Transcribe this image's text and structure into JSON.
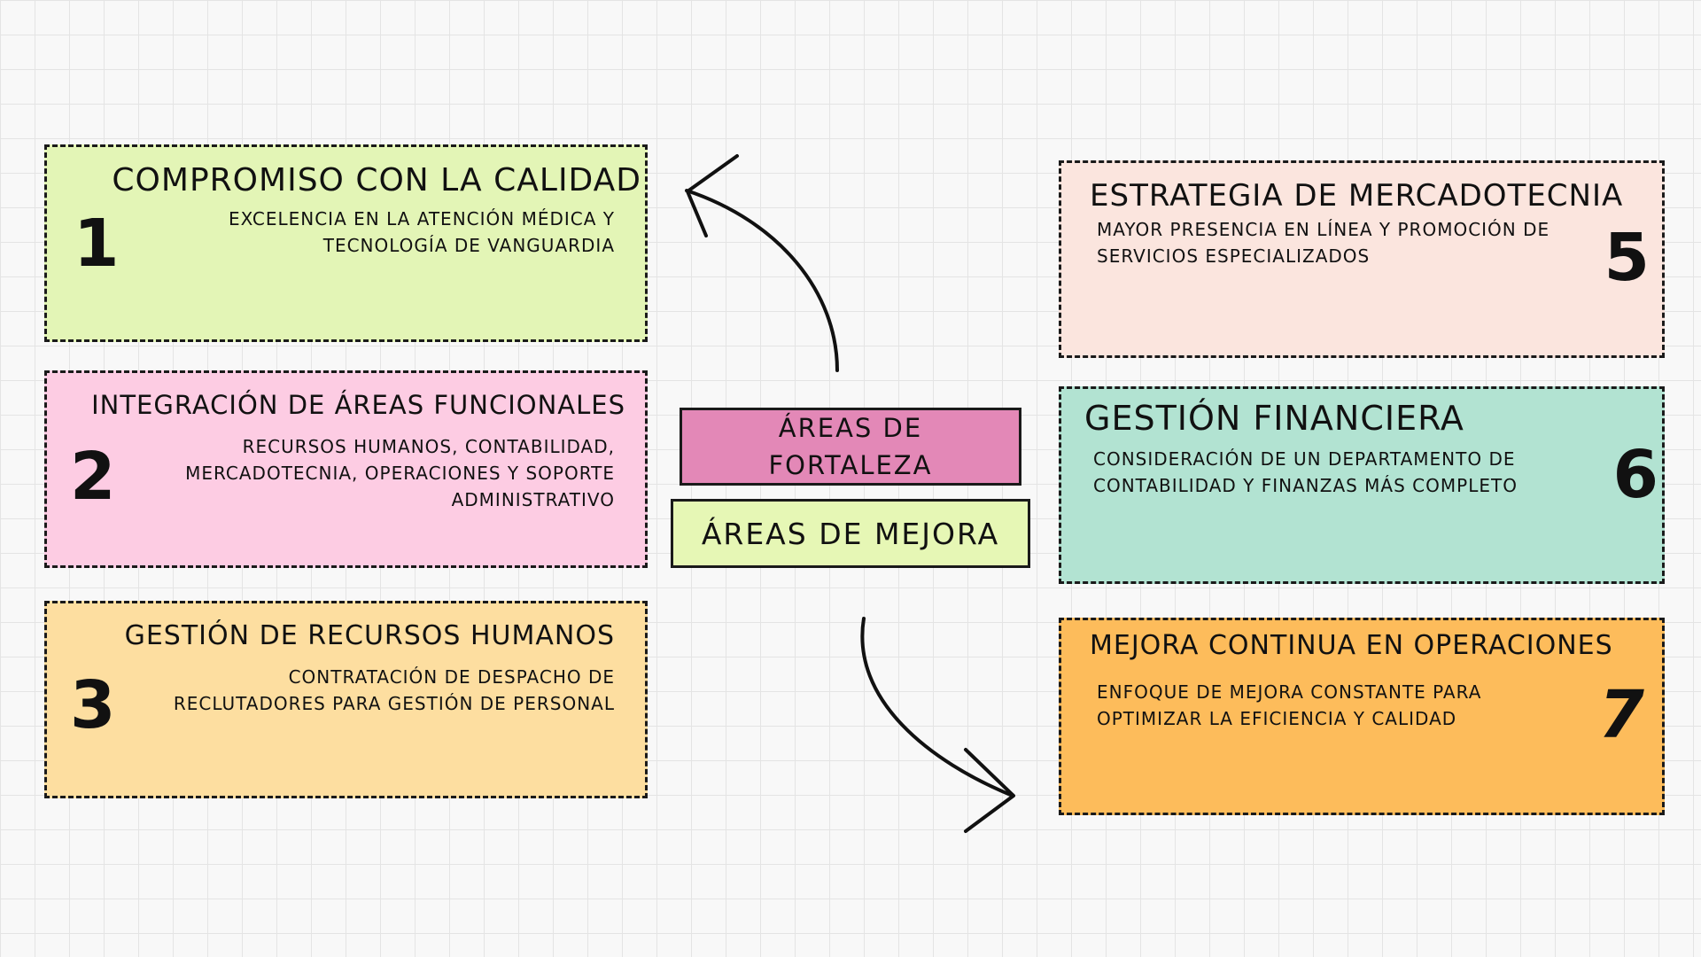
{
  "cards": [
    {
      "number": "1",
      "title": "Compromiso con la calidad",
      "description": "Excelencia en la atención médica y tecnología de vanguardia",
      "color": "#e3f5b6"
    },
    {
      "number": "2",
      "title": "Integración de áreas funcionales",
      "description": "Recursos humanos, contabilidad, mercadotecnia, operaciones y soporte administrativo",
      "color": "#fdcce3"
    },
    {
      "number": "3",
      "title": "Gestión de recursos humanos",
      "description": "Contratación de despacho de reclutadores para gestión de personal",
      "color": "#fddea0"
    },
    {
      "number": "5",
      "title": "Estrategia de mercadotecnia",
      "description": "Mayor presencia en línea y promoción de servicios especializados",
      "color": "#fbe5de"
    },
    {
      "number": "6",
      "title": "Gestión financiera",
      "description": "Consideración de un departamento de contabilidad y finanzas más completo",
      "color": "#b2e3d2"
    },
    {
      "number": "7",
      "title": "Mejora continua en operaciones",
      "description": "Enfoque de mejora constante para optimizar la eficiencia y calidad",
      "color": "#fdbc5b"
    }
  ],
  "center": {
    "strengths_label": "Áreas de fortaleza",
    "strengths_color": "#e388b7",
    "improvement_label": "Áreas de mejora",
    "improvement_color": "#e6f7b5"
  }
}
